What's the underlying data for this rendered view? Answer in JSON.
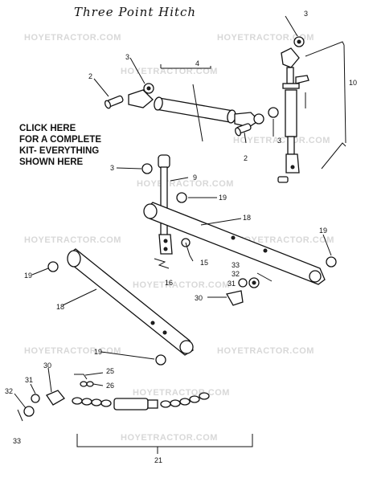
{
  "title": "Three Point Hitch",
  "watermark": "HOYETRACTOR.COM",
  "cta": {
    "line1": "CLICK HERE",
    "line2": "FOR A COMPLETE",
    "line3": "KIT-  EVERYTHING",
    "line4": "SHOWN HERE"
  },
  "callouts": [
    "2",
    "3",
    "4",
    "9",
    "10",
    "15",
    "16",
    "18",
    "19",
    "21",
    "25",
    "26",
    "30",
    "31",
    "32",
    "33"
  ]
}
